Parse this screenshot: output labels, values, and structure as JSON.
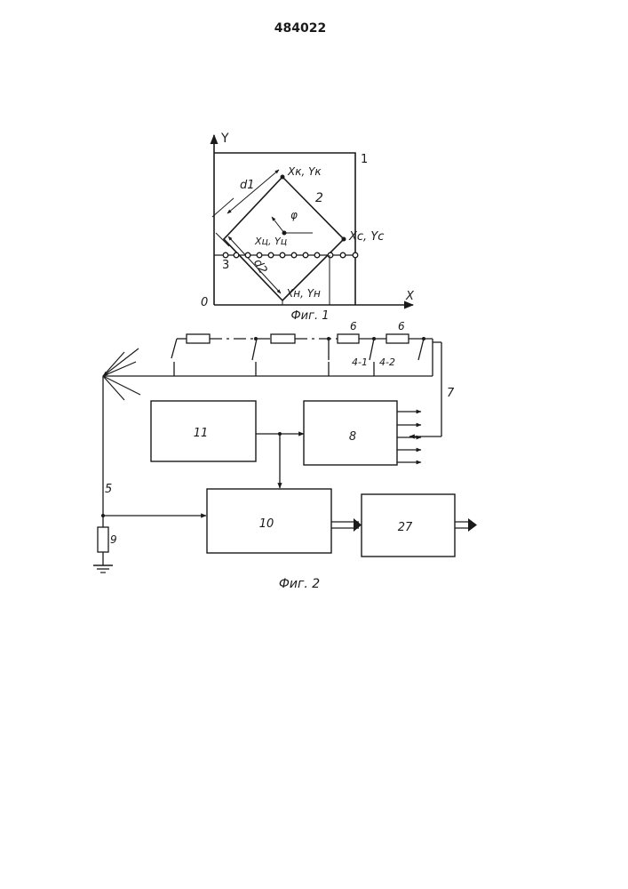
{
  "page": {
    "patent_number": "484022"
  },
  "figure1": {
    "caption": "Фиг. 1",
    "axis_y": "Y",
    "axis_x": "X",
    "origin": "0",
    "label_1": "1",
    "label_2": "2",
    "label_3": "3",
    "pt_k": "Xк, Yк",
    "pt_c": "Xс, Yс",
    "pt_center": "Xц, Yц",
    "pt_n": "Xн, Yн",
    "dim_d1": "d1",
    "dim_d2": "d2",
    "angle": "φ"
  },
  "figure2": {
    "caption": "Фиг. 2",
    "res_6a": "6",
    "res_6b": "6",
    "switch_4_1": "4-1",
    "switch_4_2": "4-2",
    "label_5": "5",
    "label_7": "7",
    "label_9": "9",
    "block_8": "8",
    "block_10": "10",
    "block_11": "11",
    "block_27": "27"
  },
  "colors": {
    "ink": "#1a1a1a",
    "paper": "#ffffff"
  }
}
